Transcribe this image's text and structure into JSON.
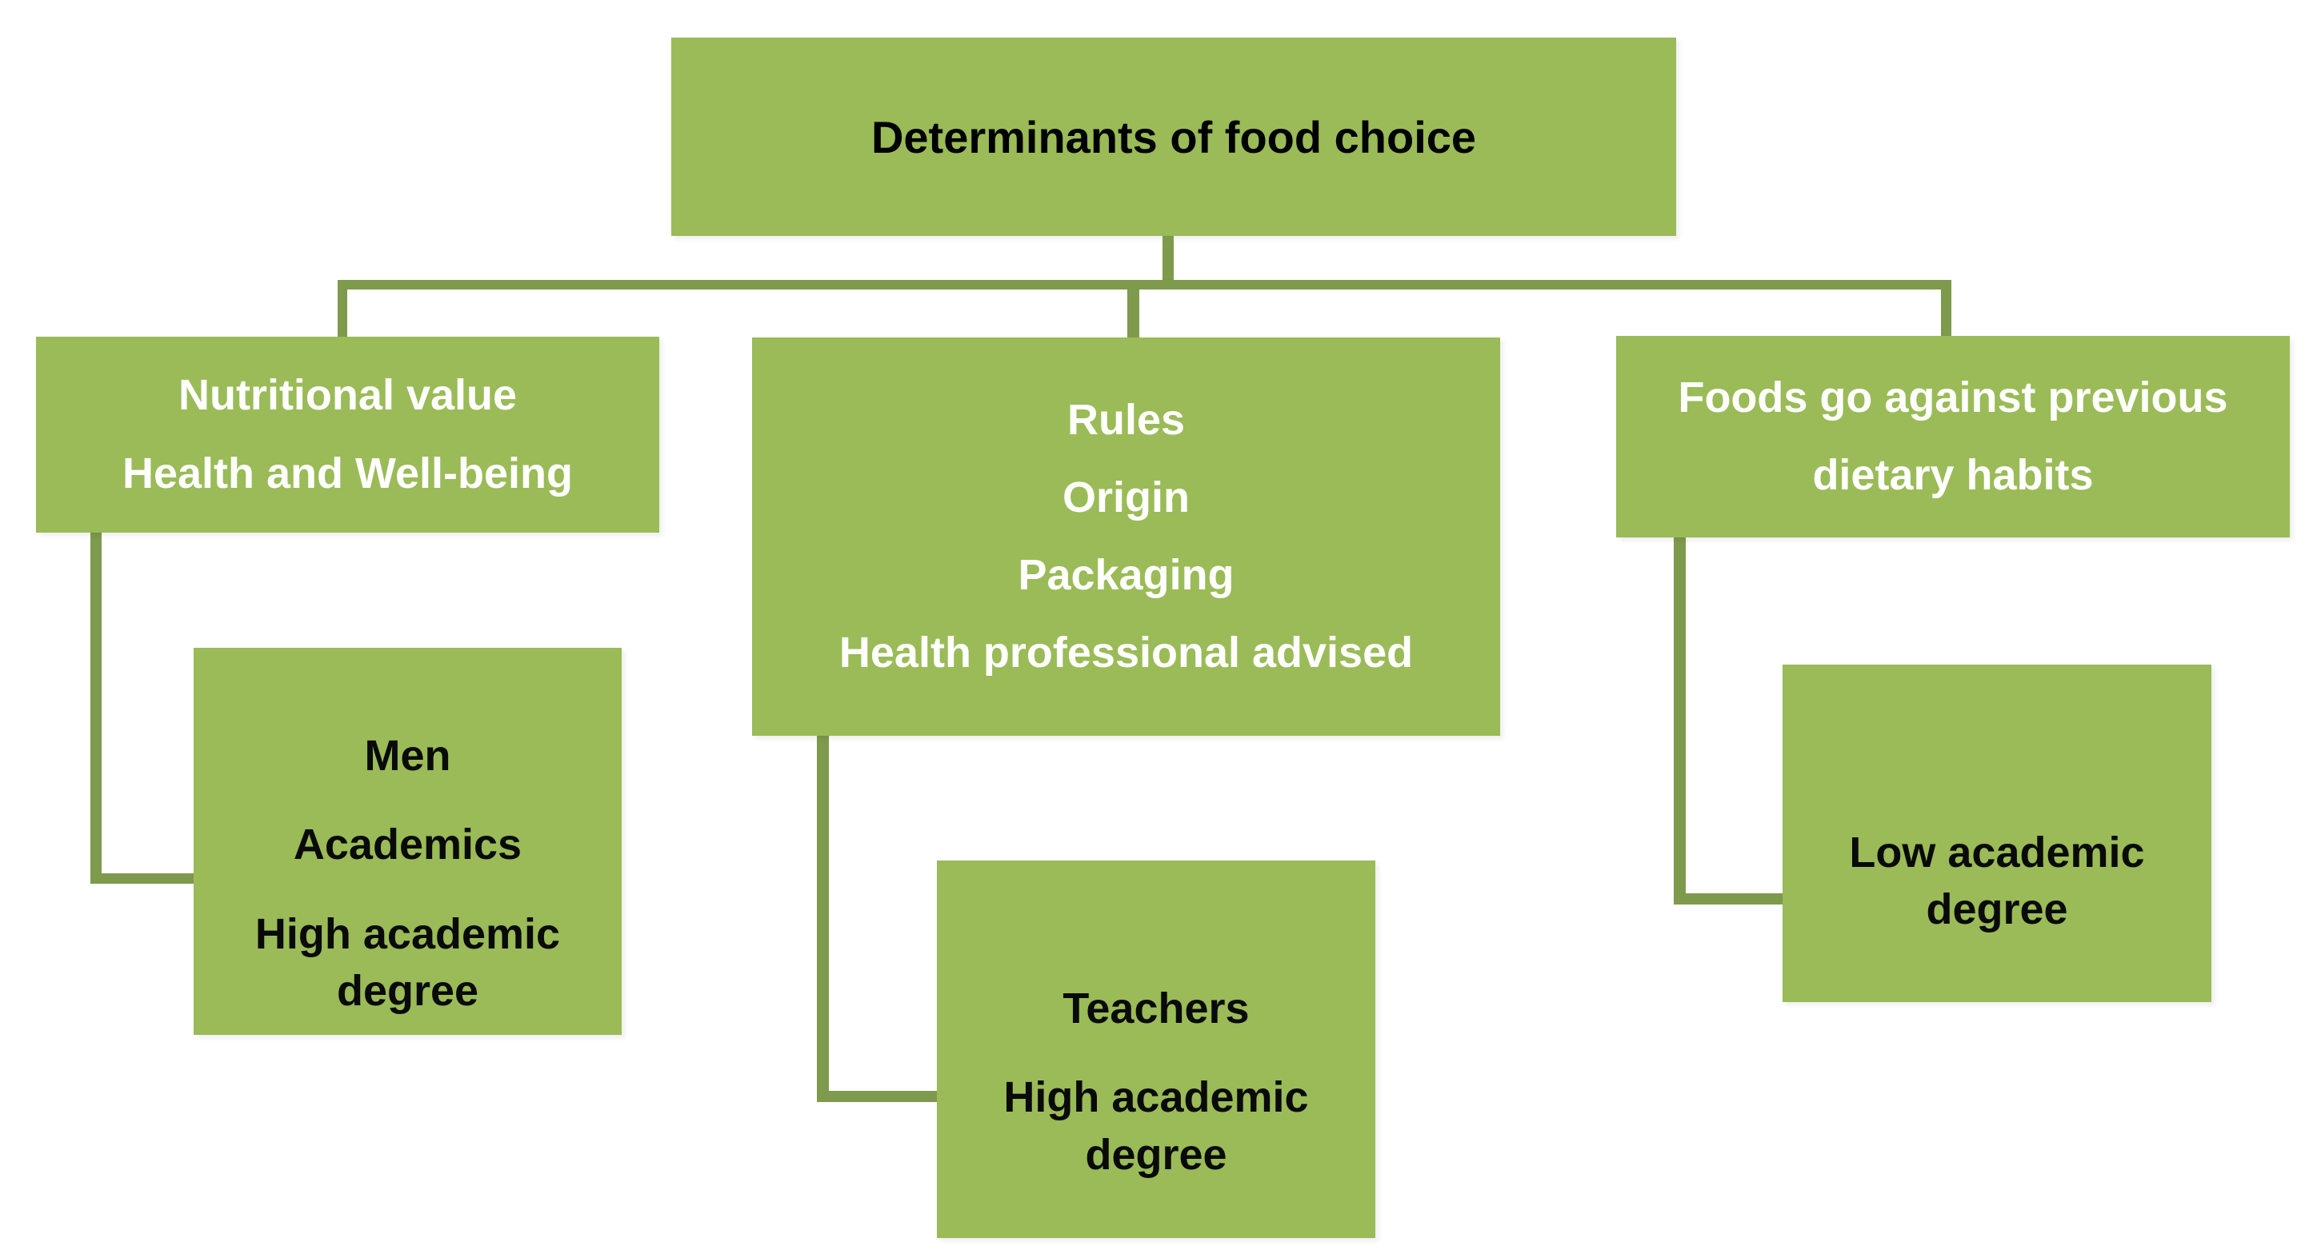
{
  "colors": {
    "background": "#ffffff",
    "box_fill": "#9abb57",
    "connector": "#7e9a4c",
    "title_text": "#000000",
    "parent_text": "#ffffff",
    "child_text": "#0a0a0a"
  },
  "root": {
    "label": "Determinants of food choice"
  },
  "branches": [
    {
      "name": "nutritional-value",
      "lines": [
        "Nutritional value",
        "Health and Well-being"
      ],
      "child": {
        "lines": [
          "Men",
          "Academics",
          "High academic degree"
        ]
      }
    },
    {
      "name": "product-attributes",
      "lines": [
        "Rules",
        "Origin",
        "Packaging",
        "Health professional advised"
      ],
      "child": {
        "lines": [
          "Teachers",
          "High academic degree"
        ]
      }
    },
    {
      "name": "dietary-habits",
      "lines": [
        "Foods go against previous",
        "dietary habits"
      ],
      "child": {
        "lines": [
          "Low academic degree"
        ]
      }
    }
  ]
}
